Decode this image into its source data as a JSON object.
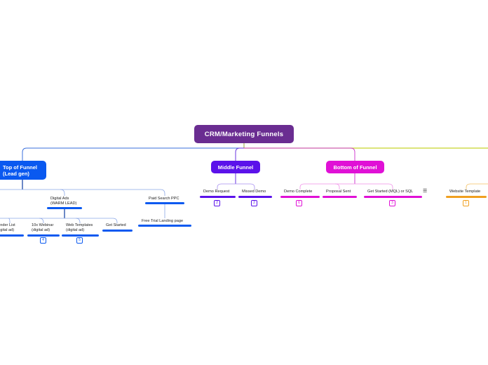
{
  "diagram": {
    "root": "CRM/Marketing Funnels",
    "top_of_funnel": {
      "title": "Top of Funnel\n(Lead gen)",
      "children": {
        "lender_list": "Lender List\n(digital ad)",
        "digital_ads": "Digital Ads\n(WARM LEAD)",
        "webinar": "10x Webinar\n(digital ad)",
        "web_templates": "Web Templates\n(digital ad)",
        "get_started": "Get Started",
        "paid_search": "Paid Search PPC",
        "free_trial": "Free Trial Landing page"
      },
      "badges": {
        "webinar": "4",
        "web_templates": "5"
      }
    },
    "middle_funnel": {
      "title": "Middle Funnel",
      "children": {
        "demo_request": "Demo Request",
        "missed_demo": "Missed Demo"
      },
      "badges": {
        "demo_request": "2",
        "missed_demo": "2"
      }
    },
    "bottom_funnel": {
      "title": "Bottom of Funnel",
      "children": {
        "demo_complete": "Demo Complete",
        "proposal_sent": "Proposal Sent",
        "get_started_mql": "Get Started (MQL) or SQL"
      },
      "badges": {
        "demo_complete": "6",
        "get_started_mql": "3"
      }
    },
    "website": {
      "children": {
        "website_template": "Website Template"
      },
      "badges": {
        "website_template": "1"
      }
    },
    "icons": {
      "notes": "notes-icon"
    },
    "colors": {
      "root": "#6a2d91",
      "top": "#0a59f0",
      "middle": "#5b12ea",
      "bottom": "#e010d6",
      "website": "#f0a020",
      "connector": "#c8d32a"
    }
  }
}
